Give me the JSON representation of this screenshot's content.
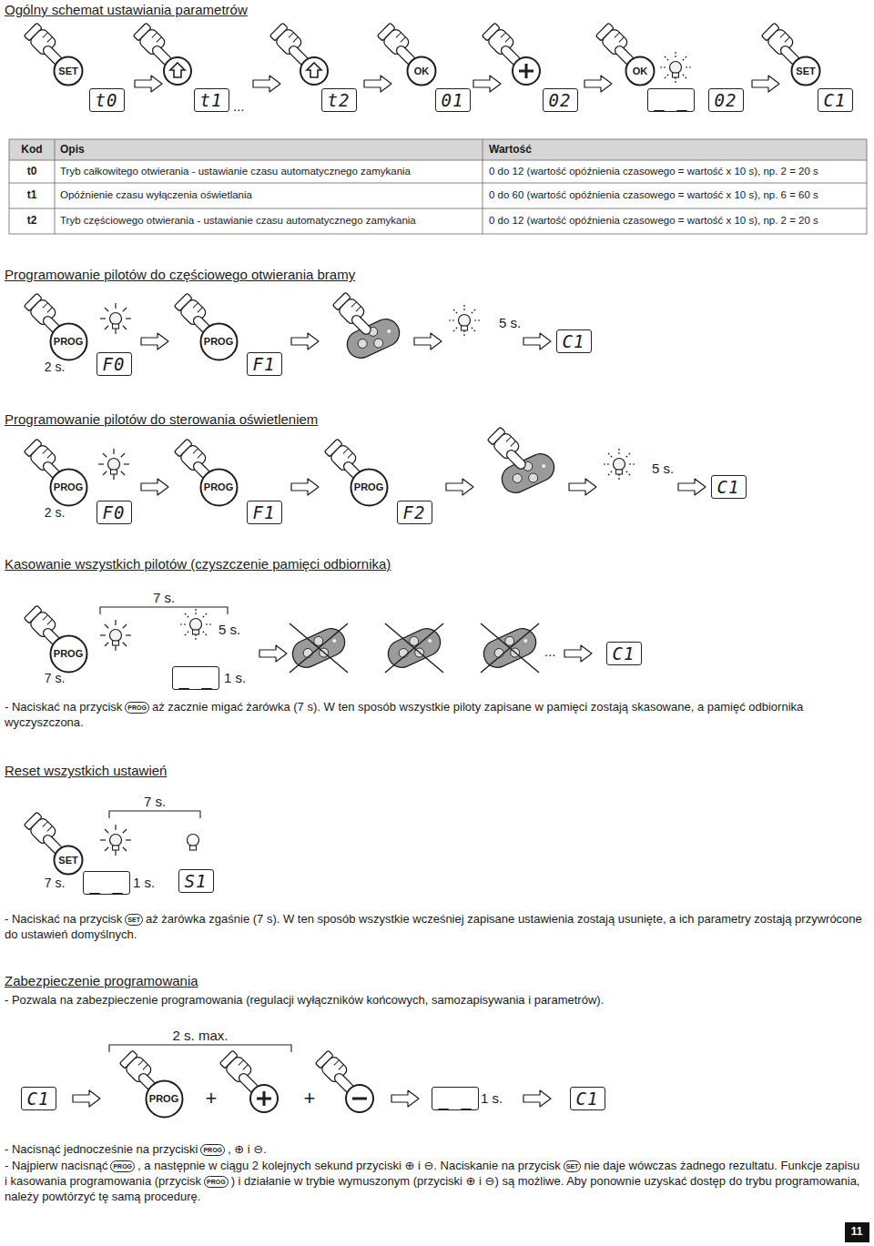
{
  "diagram": {
    "title": "Ogólny schemat ustawiania parametrów",
    "nodes": [
      {
        "text": [
          "SET"
        ]
      },
      {
        "text": [
          "t0"
        ]
      },
      {
        "text": [
          "t1"
        ]
      },
      {
        "text": [
          "t2"
        ]
      },
      {
        "text": [
          "OK"
        ]
      },
      {
        "text": [
          "01"
        ]
      },
      {
        "text": [
          "02"
        ]
      },
      {
        "text": [
          "OK"
        ]
      },
      {
        "text": [
          "_ _"
        ]
      },
      {
        "text": [
          "02"
        ]
      },
      {
        "text": [
          "SET"
        ]
      },
      {
        "text": [
          "C1"
        ]
      },
      {
        "text": [
          "PROG"
        ]
      },
      {
        "text": [
          "F0"
        ]
      },
      {
        "text": [
          "PROG"
        ]
      },
      {
        "text": [
          "F1"
        ]
      },
      {
        "text": [
          "C1"
        ]
      },
      {
        "text": [
          "PROG"
        ]
      },
      {
        "text": [
          "F0"
        ]
      },
      {
        "text": [
          "PROG"
        ]
      },
      {
        "text": [
          "F1"
        ]
      },
      {
        "text": [
          "PROG"
        ]
      },
      {
        "text": [
          "F2"
        ]
      },
      {
        "text": [
          "C1"
        ]
      },
      {
        "text": [
          "PROG"
        ]
      },
      {
        "text": [
          "_ _"
        ]
      },
      {
        "text": [
          "C1"
        ]
      },
      {
        "text": [
          "SET"
        ]
      },
      {
        "text": [
          "_ _"
        ]
      },
      {
        "text": [
          "S1"
        ]
      },
      {
        "text": [
          "C1"
        ]
      },
      {
        "text": [
          "PROG"
        ]
      },
      {
        "text": [
          "_ _"
        ]
      },
      {
        "text": [
          "C1"
        ]
      }
    ],
    "labels": [
      "...",
      "Kod",
      "Opis",
      "Wartość",
      "t0",
      "Tryb całkowitego otwierania - ustawianie czasu automatycznego zamykania",
      "0 do 12 (wartość opóźnienia czasowego = wartość x 10 s), np. 2 = 20 s",
      "t1",
      "Opóźnienie czasu wyłączenia oświetlania",
      "0 do 60 (wartość opóźnienia czasowego = wartość x 10 s), np. 6 = 60 s",
      "t2",
      "Tryb częściowego otwierania - ustawianie czasu automatycznego zamykania",
      "0 do 12 (wartość opóźnienia czasowego = wartość x 10 s), np. 2 = 20 s",
      "Programowanie pilotów do częściowego otwierania bramy",
      "2 s.",
      "5 s.",
      "Programowanie pilotów do sterowania oświetleniem",
      "2 s.",
      "5 s.",
      "Kasowanie wszystkich pilotów (czyszczenie pamięci odbiornika)",
      "7 s.",
      "7 s.",
      "5 s.",
      "1 s.",
      "...",
      "- Naciskać na przycisk",
      "PROG",
      "aż zacznie migać żarówka (7 s). W ten sposób wszystkie piloty zapisane w pamięci zostają skasowane, a pamięć odbiornika wyczyszczona.",
      "Reset wszystkich ustawień",
      "7 s.",
      "7 s.",
      "1 s.",
      "- Naciskać na przycisk",
      "SET",
      "aż żarówka zgaśnie (7 s). W ten sposób wszystkie wcześniej zapisane ustawienia zostają usunięte, a ich parametry zostają przywrócone do ustawień domyślnych.",
      "Zabezpieczenie programowania",
      "- Pozwala na zabezpieczenie programowania (regulacji wyłączników końcowych, samozapisywania i parametrów).",
      "2 s. max.",
      "+",
      "+",
      "1 s.",
      "- Nacisnąć jednocześnie na przyciski",
      "PROG",
      ", ⊕ i ⊖.",
      "- Najpierw nacisnąć",
      "PROG",
      ", a następnie w ciągu 2 kolejnych sekund przyciski ⊕ i ⊖. Naciskanie na przycisk",
      "SET",
      "nie daje wówczas żadnego rezultatu. Funkcje zapisu i kasowania programowania (przycisk",
      "PROG",
      ") i działanie w trybie wymuszonym (przyciski ⊕ i ⊖) są możliwe. Aby ponownie uzyskać dostęp do trybu programowania, należy powtórzyć tę samą procedurę.",
      "11"
    ]
  }
}
